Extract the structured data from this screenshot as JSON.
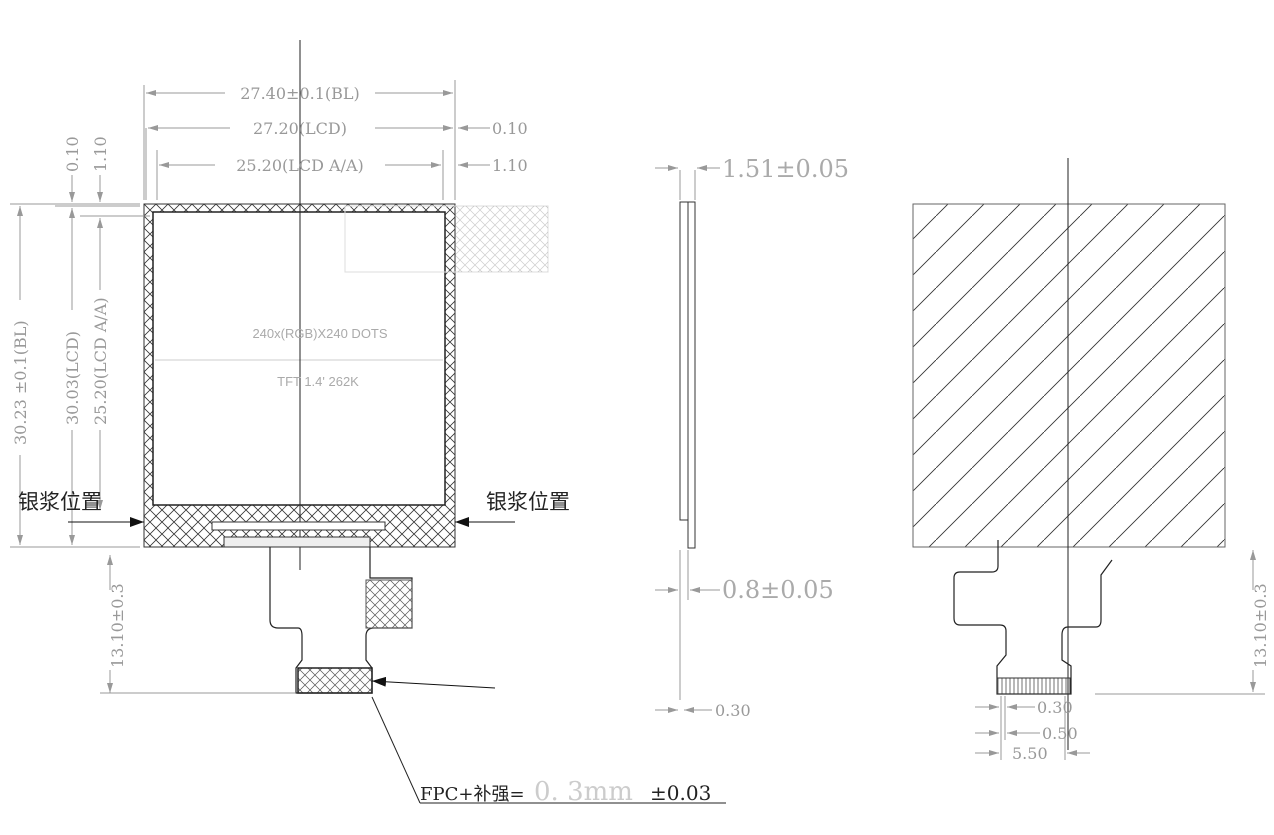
{
  "front_view": {
    "dim_bl_width": "27.40±0.1(BL)",
    "dim_lcd_width": "27.20(LCD)",
    "dim_aa_width": "25.20(LCD A/A)",
    "dim_right_010": "0.10",
    "dim_right_110": "1.10",
    "dim_top_010": "0.10",
    "dim_top_110": "1.10",
    "dim_bl_height": "30.23 ±0.1(BL)",
    "dim_lcd_height": "30.03(LCD)",
    "dim_aa_height": "25.20(LCD A/A)",
    "resolution_text": "240x(RGB)X240 DOTS",
    "panel_text": "TFT 1.4' 262K",
    "silver_paste_left": "银浆位置",
    "silver_paste_right": "银浆位置",
    "dim_fpc_length": "13.10±0.3"
  },
  "side_view": {
    "dim_thickness": "1.51±0.05",
    "dim_glass": "0.8±0.05",
    "dim_fpc": "0.30"
  },
  "back_view": {
    "dim_fpc_length": "13.10±0.3",
    "dim_pin_width": "0.30",
    "dim_pitch": "0.50",
    "dim_total": "5.50"
  },
  "note": {
    "prefix": "FPC+补强=",
    "value": "0. 3mm",
    "tolerance": "±0.03"
  },
  "colors": {
    "line": "#222222",
    "dimension": "#999999"
  }
}
